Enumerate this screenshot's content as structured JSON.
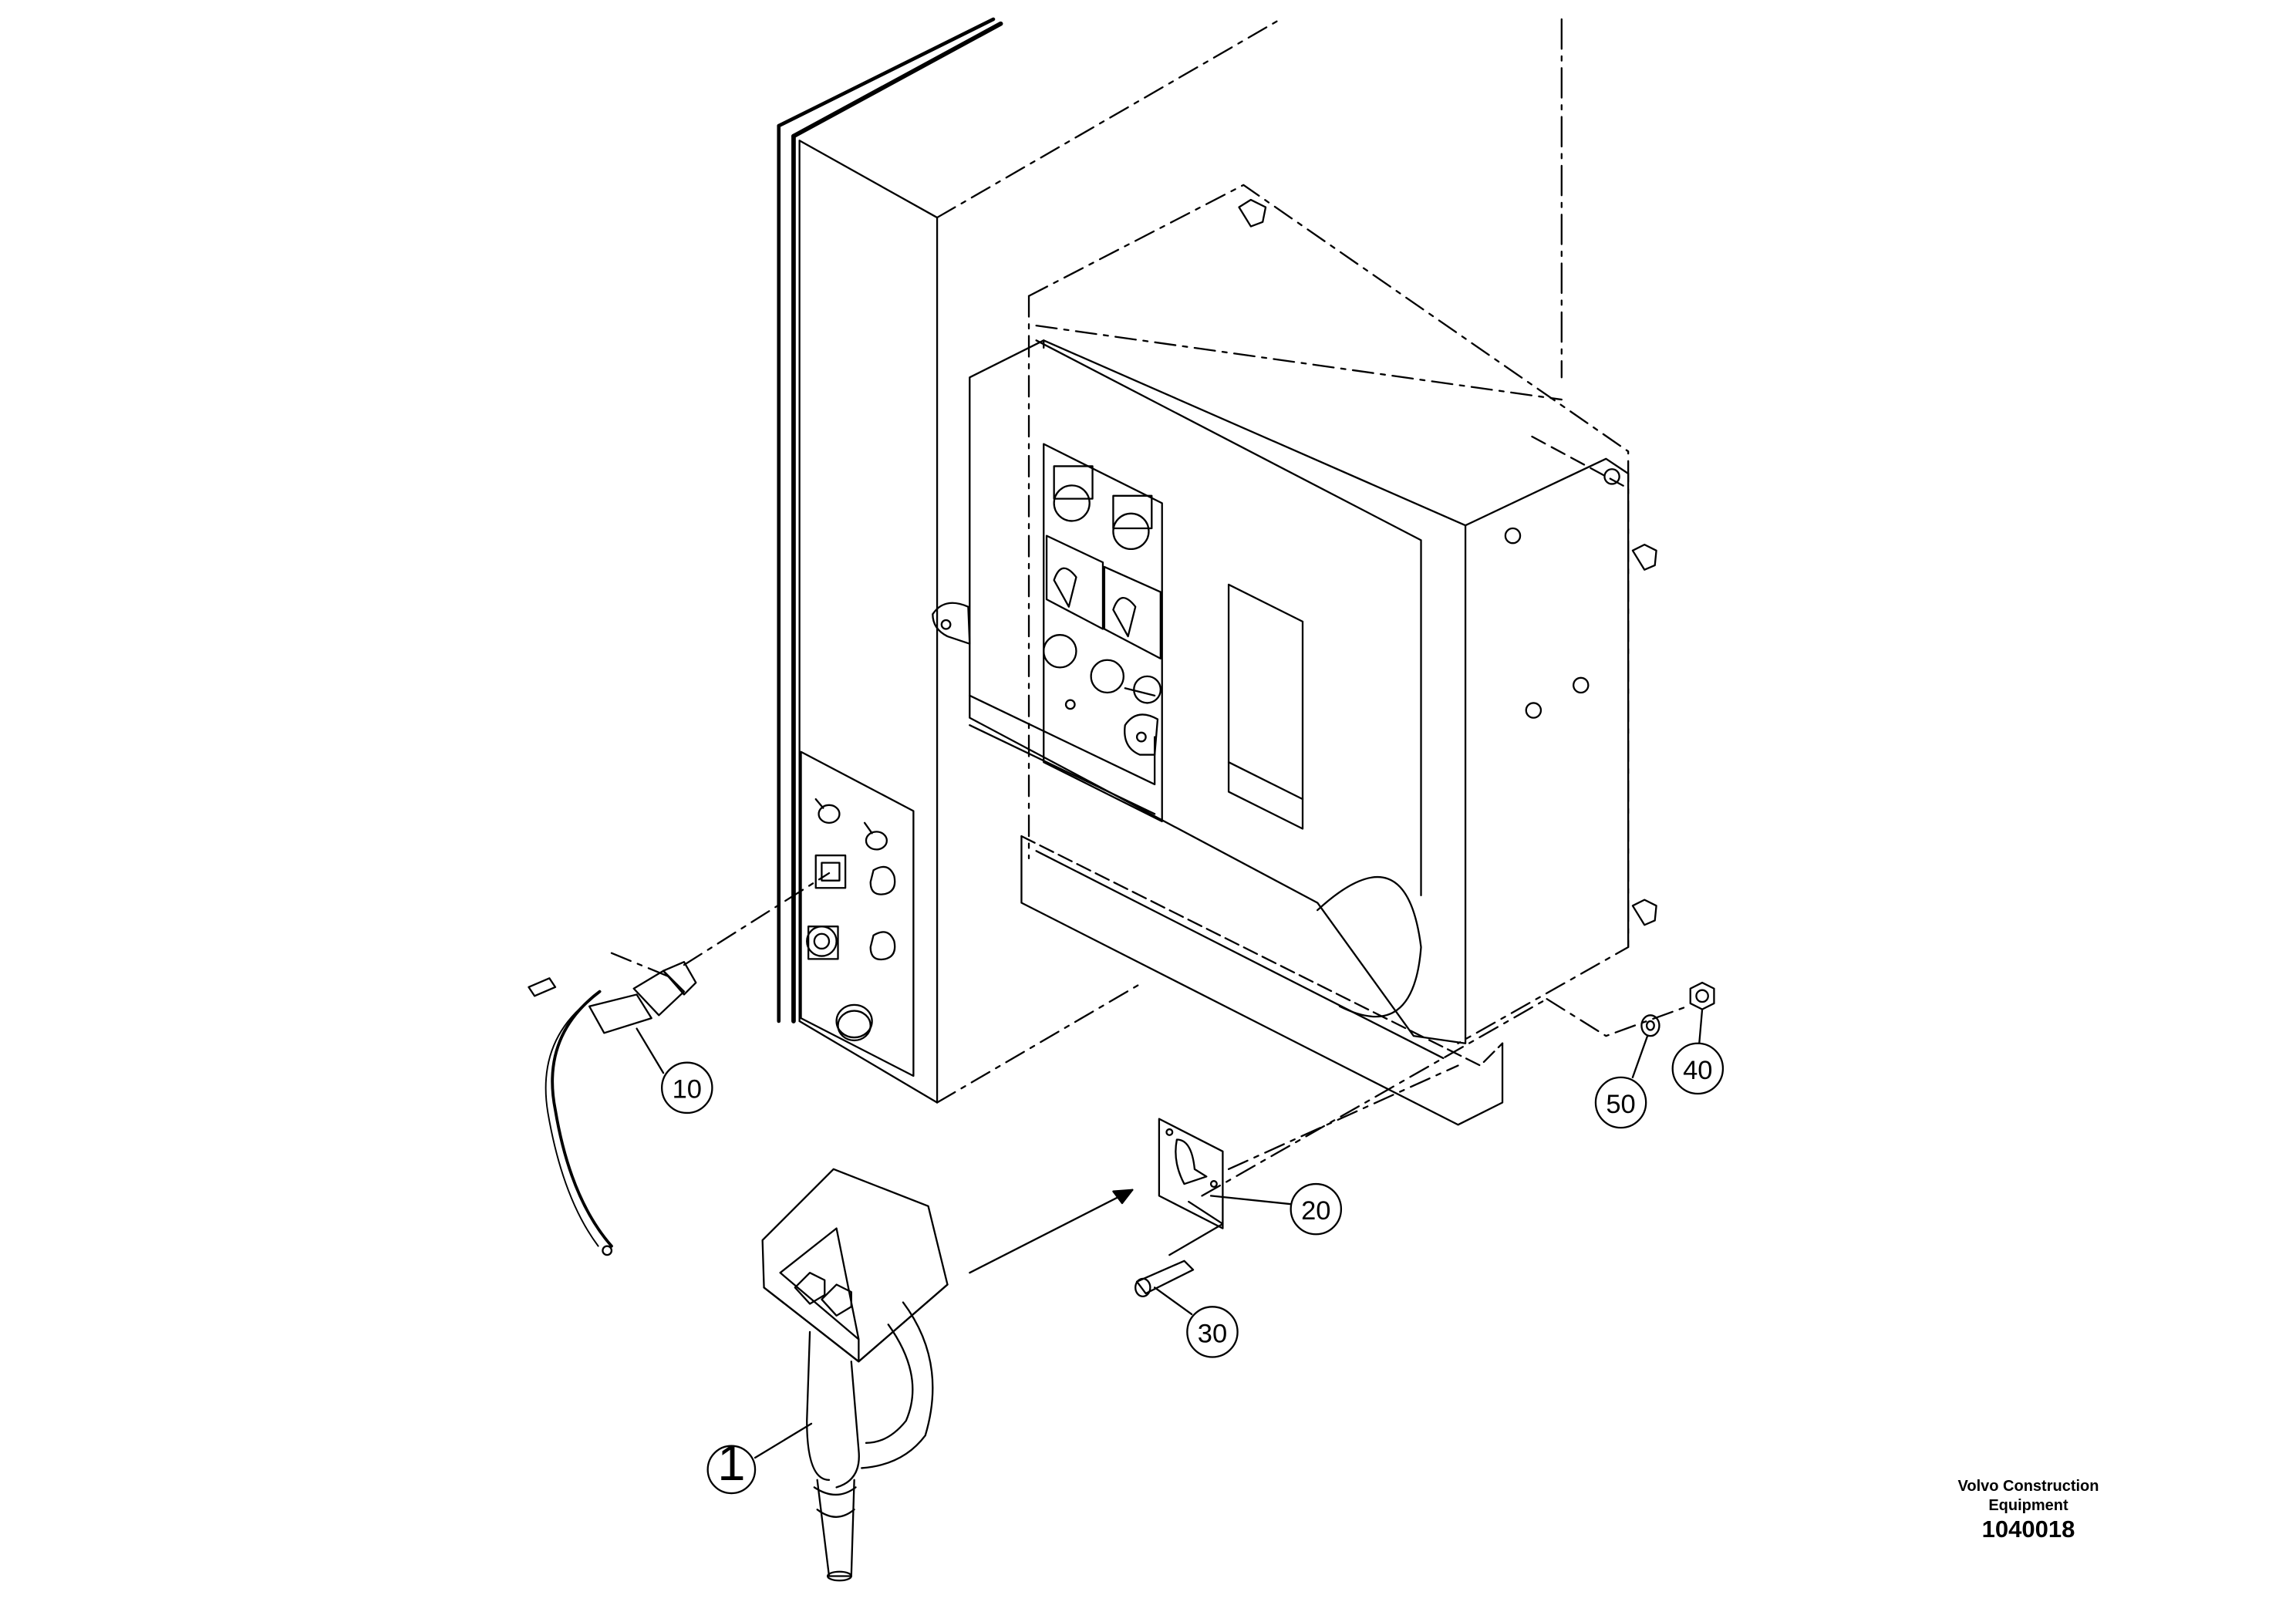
{
  "callouts": {
    "c1": "1",
    "c10": "10",
    "c20": "20",
    "c30": "30",
    "c40": "40",
    "c50": "50"
  },
  "footer": {
    "brand_line1": "Volvo Construction",
    "brand_line2": "Equipment",
    "drawing_number": "1040018"
  }
}
